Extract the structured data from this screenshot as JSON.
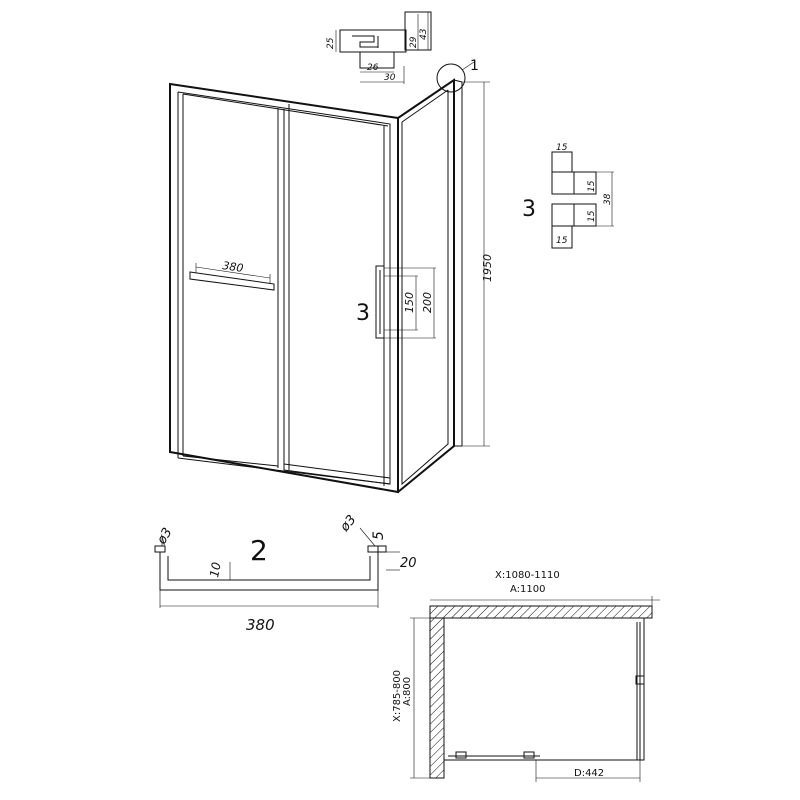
{
  "callouts": {
    "detail_1": "1",
    "handle_label": "3",
    "handle_detail_label": "3",
    "towel_bar_label": "2"
  },
  "profile_detail": {
    "d25": "25",
    "d29": "29",
    "d43": "43",
    "d26": "26",
    "d30": "30"
  },
  "elevation": {
    "towel_bar_length": "380",
    "handle_150": "150",
    "handle_200": "200",
    "height_1950": "1950"
  },
  "handle_detail": {
    "top_width": "15",
    "upper_height": "15",
    "total_height": "38",
    "lower_height": "15",
    "bottom_width": "15"
  },
  "towel_bar": {
    "hole_left": "ø3",
    "hole_right": "ø3",
    "depth_5": "5",
    "height_20": "20",
    "thickness_10": "10",
    "length_380": "380"
  },
  "plan_view": {
    "x_range": "X:1080-1110",
    "a_width": "A:1100",
    "y_range": "X:785-800",
    "a_depth": "A:800",
    "d_door": "D:442"
  }
}
